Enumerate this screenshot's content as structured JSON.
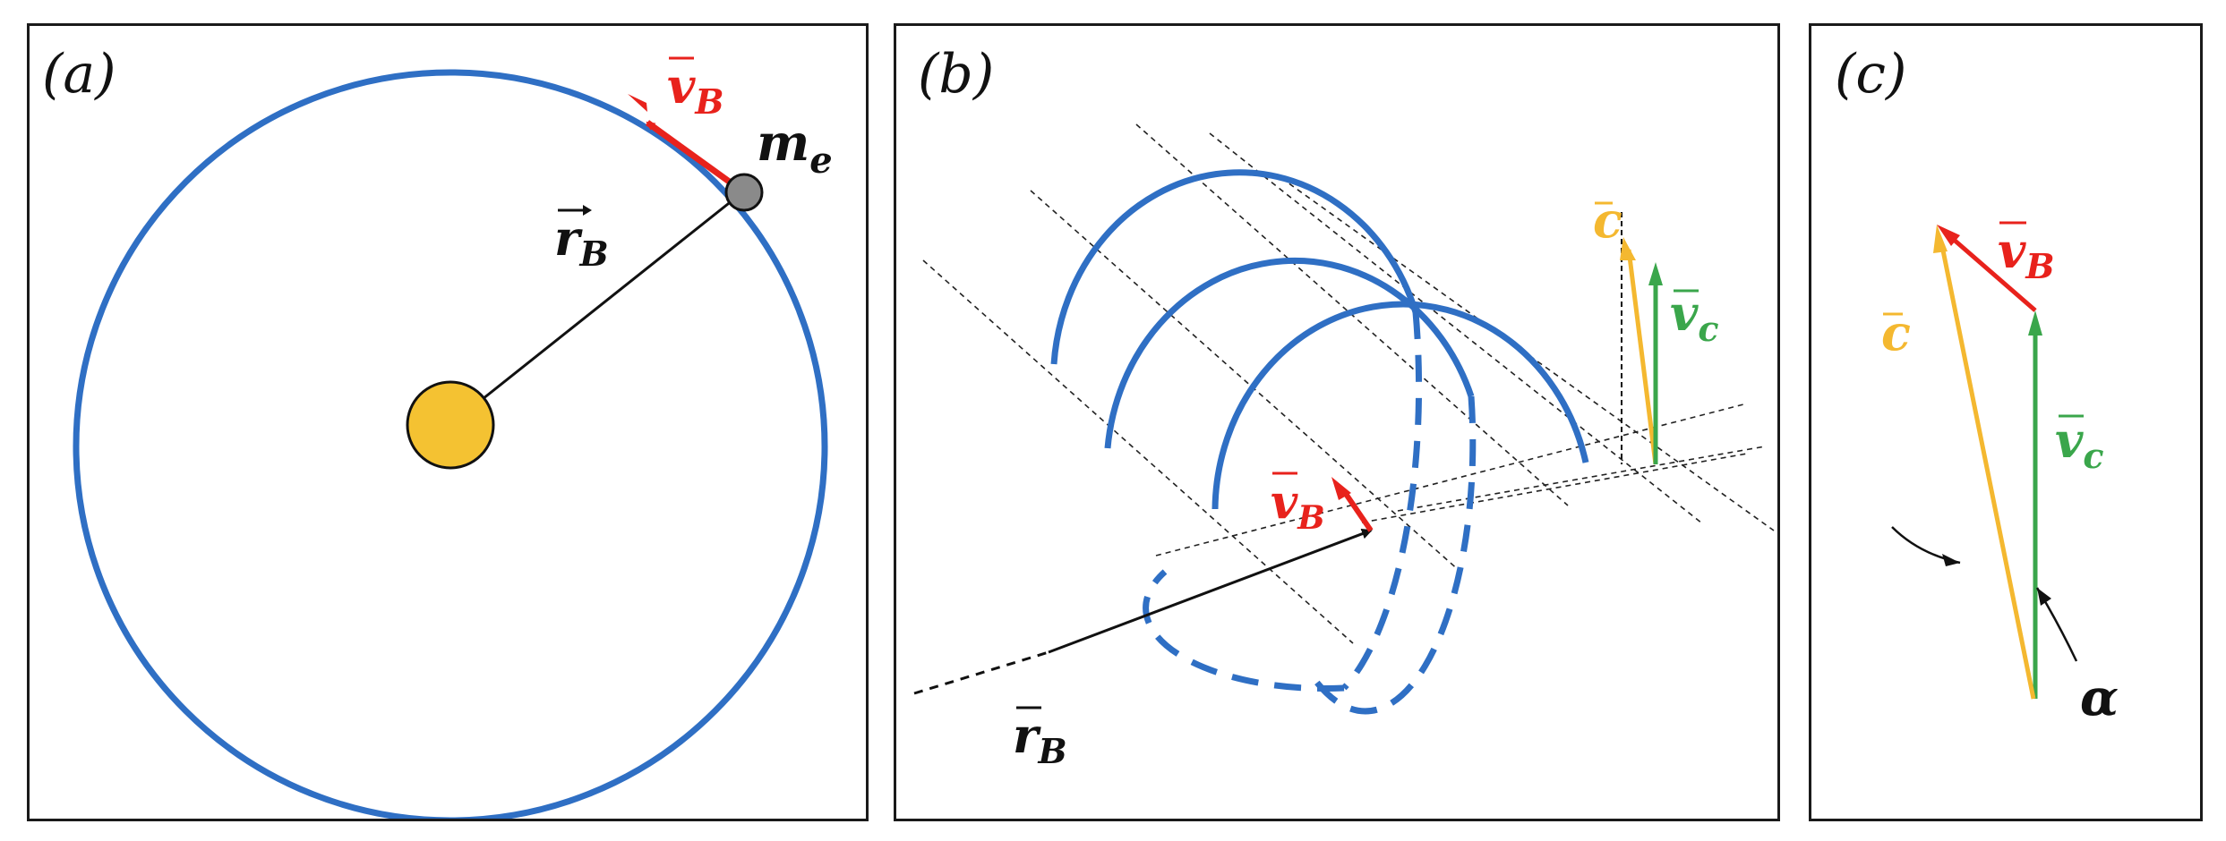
{
  "colors": {
    "orbit": "#2f6fc4",
    "velocity": "#e8221c",
    "light": "#f4b830",
    "sun_fill": "#f4c232",
    "planet_fill": "#8a8a8a",
    "green": "#3aa64b",
    "ink": "#111111"
  },
  "panel_a": {
    "label": "(a)",
    "vel_main": "v",
    "vel_sub": "B",
    "mass_main": "m",
    "mass_sub": "e",
    "rad_main": "r",
    "rad_sub": "B"
  },
  "panel_b": {
    "label": "(b)",
    "light_main": "c",
    "green_main": "v",
    "green_sub": "c",
    "vel_main": "v",
    "vel_sub": "B",
    "rad_main": "r",
    "rad_sub": "B"
  },
  "panel_c": {
    "label": "(c)",
    "vel_main": "v",
    "vel_sub": "B",
    "light_main": "c",
    "green_main": "v",
    "green_sub": "c",
    "angle": "α"
  }
}
